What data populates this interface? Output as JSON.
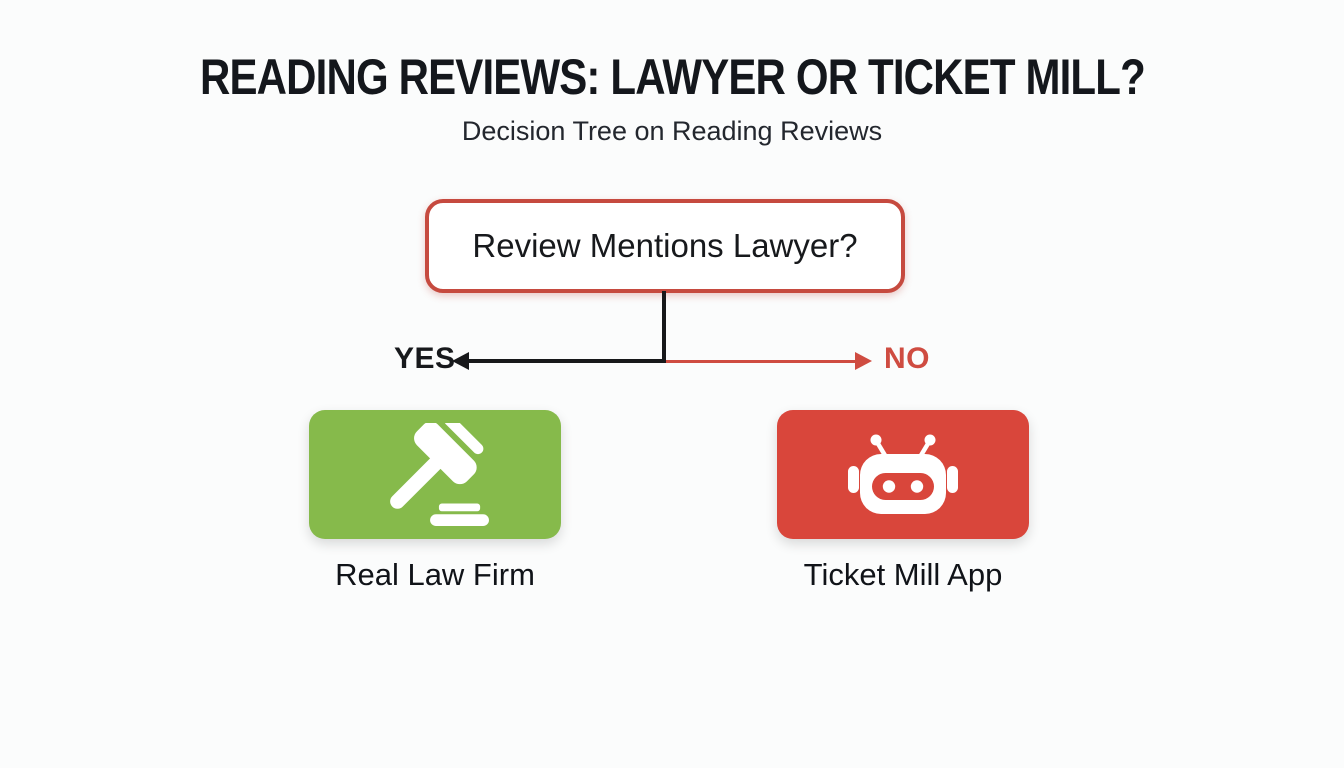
{
  "header": {
    "title": "READING REVIEWS: LAWYER OR TICKET MILL?",
    "subtitle": "Decision Tree on Reading Reviews"
  },
  "tree": {
    "root_question": "Review Mentions Lawyer?",
    "colors": {
      "question_border": "#c64a3f",
      "yes_branch": "#17181a",
      "no_branch": "#cf4c41",
      "background": "#fbfcfc"
    },
    "branches": [
      {
        "label": "YES",
        "color": "#17191c",
        "result": "Real Law Firm",
        "card_color": "#86ba4b",
        "icon": "gavel-icon"
      },
      {
        "label": "NO",
        "color": "#cf4c41",
        "result": "Ticket Mill App",
        "card_color": "#d9463b",
        "icon": "robot-icon"
      }
    ]
  }
}
